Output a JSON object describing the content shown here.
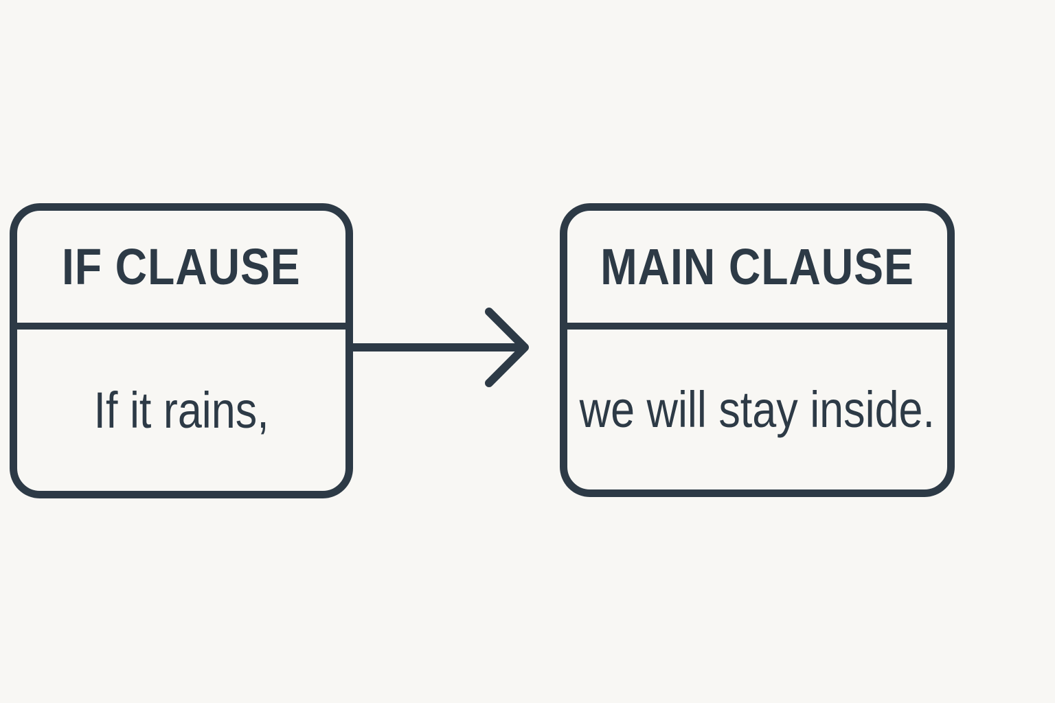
{
  "theme": {
    "background_color": "#f8f7f4",
    "ink_color": "#2d3a46"
  },
  "diagram": {
    "boxes": [
      {
        "header": "IF CLAUSE",
        "body": "If it rains,"
      },
      {
        "header": "MAIN CLAUSE",
        "body": "we will stay inside."
      }
    ],
    "connector": {
      "type": "arrow",
      "direction": "right"
    }
  }
}
